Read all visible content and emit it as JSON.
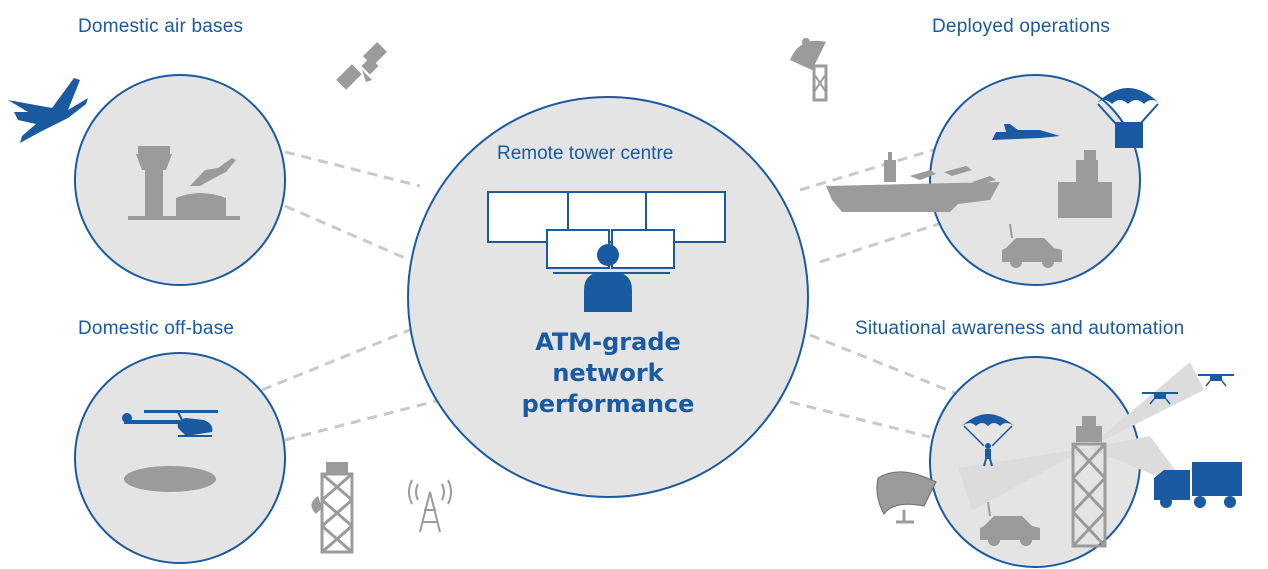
{
  "colors": {
    "blue": "#1a5aa0",
    "gray": "#9b9b9b",
    "circle_fill": "#e4e4e4",
    "line": "#c9c9c9"
  },
  "labels": {
    "domestic_air_bases": "Domestic air bases",
    "deployed_operations": "Deployed operations",
    "domestic_off_base": "Domestic off-base",
    "situational_awareness": "Situational awareness and automation"
  },
  "center": {
    "title": "Remote tower centre",
    "main_line1": "ATM-grade",
    "main_line2": "network",
    "main_line3": "performance"
  },
  "icons": [
    "fighter-jet-icon",
    "satellite-icon",
    "control-tower-icon",
    "airplane-landing-icon",
    "satellite-dish-icon",
    "aircraft-carrier-icon",
    "parachute-cargo-icon",
    "military-vehicle-icon",
    "helicopter-icon",
    "radio-tower-icon",
    "antenna-icon",
    "radar-icon",
    "paratrooper-icon",
    "drone-icon",
    "military-truck-icon",
    "monitor-icon",
    "operator-icon"
  ]
}
